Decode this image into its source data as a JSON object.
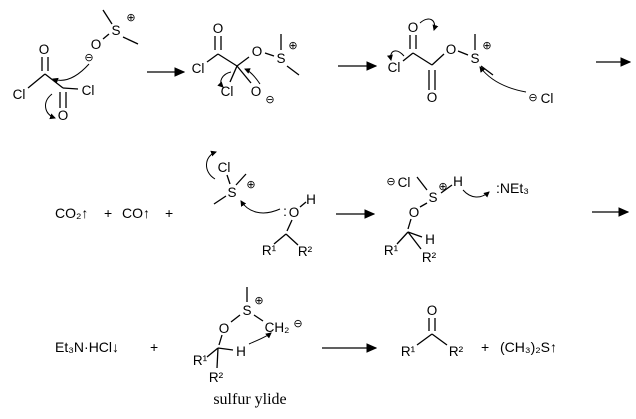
{
  "atoms": {
    "cl": "Cl",
    "o": "O",
    "s": "S",
    "h": "H",
    "ch2": "CH₂",
    "r1": "R¹",
    "r2": "R²"
  },
  "charges": {
    "plus": "⊕",
    "minus": "⊖"
  },
  "symbols": {
    "plus_sign": "+",
    "lone_pair": ":"
  },
  "species": {
    "co2": "CO₂↑",
    "co": "CO↑",
    "net3": ":NEt₃",
    "et3n_hcl": "Et₃N·HCl↓",
    "dms": "(CH₃)₂S↑"
  },
  "captions": {
    "sulfur_ylide": "sulfur ylide"
  }
}
